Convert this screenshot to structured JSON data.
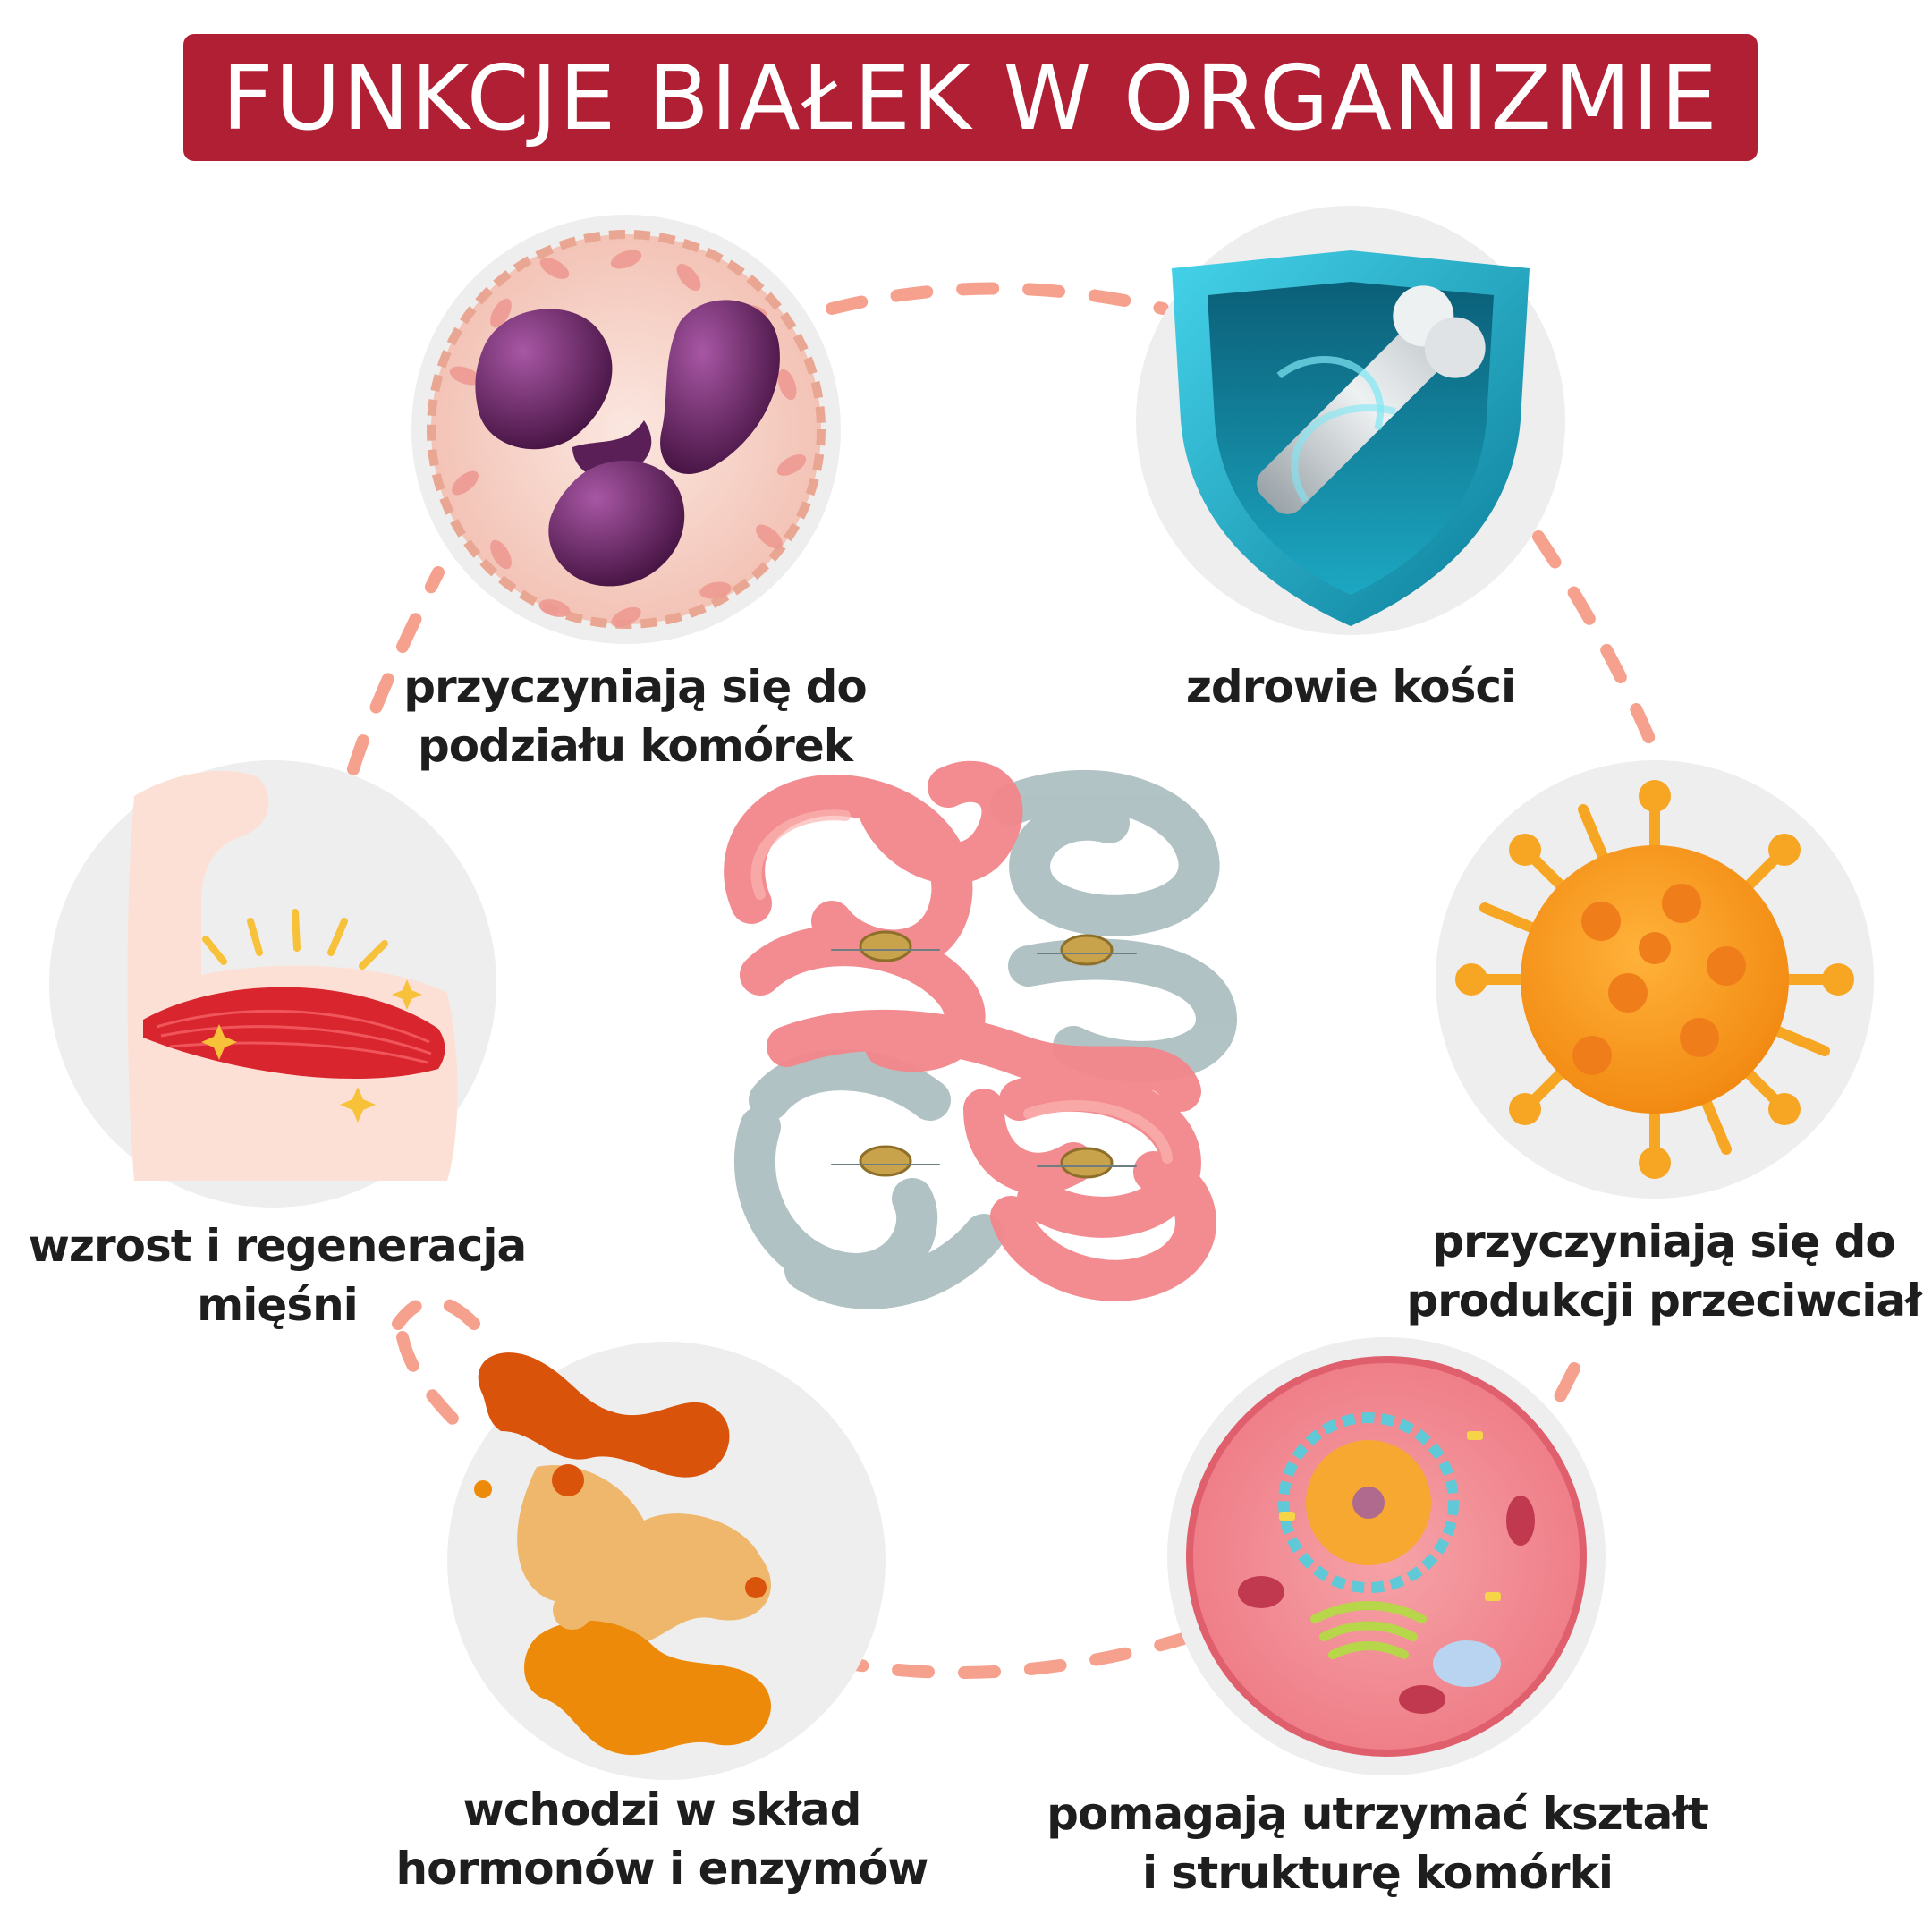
{
  "title": "FUNKCJE BIAŁEK W ORGANIZMIE",
  "colors": {
    "title_bg": "#b11f35",
    "title_text": "#ffffff",
    "connector": "#f6a08e",
    "circle_bg": "#eeeeee",
    "label_text": "#1e1e1e"
  },
  "functions": [
    {
      "id": "cell-division",
      "icon": "white-blood-cell-icon",
      "line1": "przyczyniają się do",
      "line2": "podziału komórek"
    },
    {
      "id": "bone-health",
      "icon": "bone-shield-icon",
      "line1": "zdrowie kości",
      "line2": ""
    },
    {
      "id": "antibodies",
      "icon": "virus-icon",
      "line1": "przyczyniają się do",
      "line2": "produkcji przeciwciał"
    },
    {
      "id": "cell-structure",
      "icon": "animal-cell-icon",
      "line1": "pomagają utrzymać kształt",
      "line2": "i strukturę komórki"
    },
    {
      "id": "hormones-enzymes",
      "icon": "molecule-blobs-icon",
      "line1": "wchodzi w skład",
      "line2": "hormonów i enzymów"
    },
    {
      "id": "muscles",
      "icon": "flexed-arm-muscle-icon",
      "line1": "wzrost i regeneracja",
      "line2": "mięśni"
    }
  ],
  "center_icon": "protein-structure-icon"
}
